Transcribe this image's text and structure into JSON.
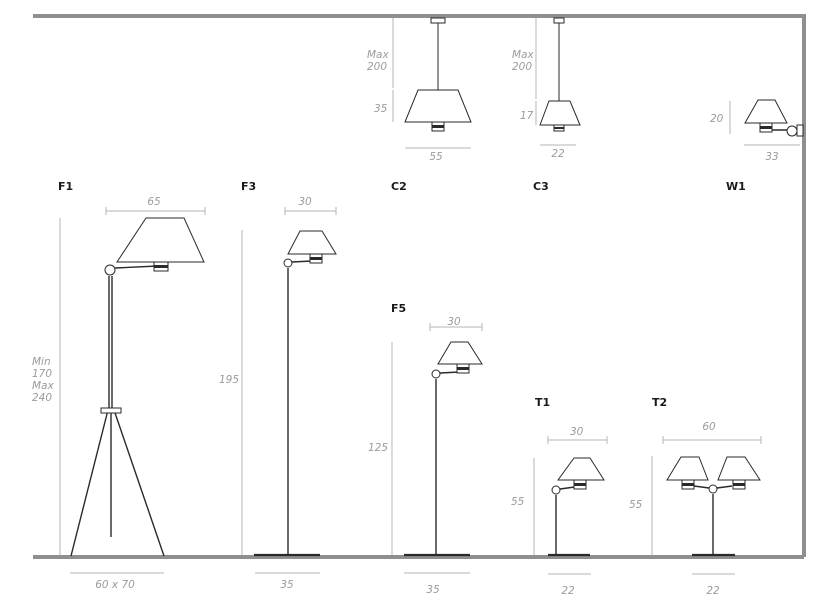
{
  "models": {
    "f1": {
      "code": "F1",
      "height_lines": [
        "Min",
        "170",
        "Max",
        "240"
      ],
      "shade_width": "65",
      "base": "60 x 70"
    },
    "f3": {
      "code": "F3",
      "height": "195",
      "shade_width": "30",
      "base": "35"
    },
    "f5": {
      "code": "F5",
      "height": "125",
      "shade_width": "30",
      "base": "35"
    },
    "c2": {
      "code": "C2",
      "drop_lines": [
        "Max",
        "200"
      ],
      "shade_height": "35",
      "shade_width": "55"
    },
    "c3": {
      "code": "C3",
      "drop_lines": [
        "Max",
        "200"
      ],
      "shade_height": "17",
      "shade_width": "22"
    },
    "w1": {
      "code": "W1",
      "shade_height": "20",
      "shade_width": "33"
    },
    "t1": {
      "code": "T1",
      "height": "55",
      "shade_width": "30",
      "base": "22"
    },
    "t2": {
      "code": "T2",
      "height": "55",
      "shade_width": "60",
      "base": "22"
    }
  },
  "colors": {
    "frame": "#8f8f8f",
    "ink": "#2a2a2a",
    "dimension": "#9b9b9b"
  }
}
